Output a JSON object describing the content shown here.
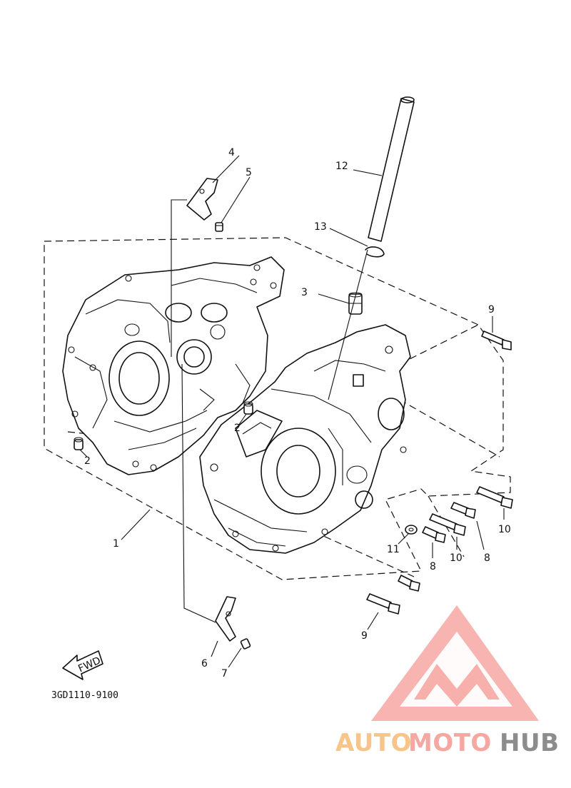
{
  "diagram_code": "3GD1110-9100",
  "fwd_label": "FWD",
  "callouts": {
    "c1": "1",
    "c2a": "2",
    "c2b": "2",
    "c3": "3",
    "c4": "4",
    "c5": "5",
    "c6": "6",
    "c7": "7",
    "c8a": "8",
    "c8b": "8",
    "c9a": "9",
    "c9b": "9",
    "c10a": "10",
    "c10b": "10",
    "c11": "11",
    "c12": "12",
    "c13": "13"
  },
  "watermark": {
    "part1": "AUTO",
    "part2": "MOTO",
    "part3": "HUB",
    "color_primary": "#f6a7a2",
    "color_secondary": "#f7c48a",
    "color_dark": "#8c8c8c"
  }
}
